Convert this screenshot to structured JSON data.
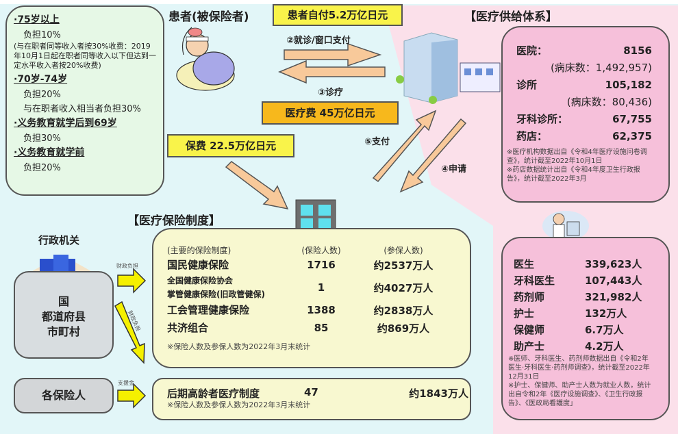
{
  "copayment_box": {
    "sections": [
      {
        "heading": "·75岁以上",
        "lines": [
          "负担10%"
        ],
        "note": "(与在职者同等收入者按30%收费：2019年10月1日起在职者同等收入以下但达到一定水平收入者按20%收费)"
      },
      {
        "heading": "·70岁-74岁",
        "lines": [
          "负担20%",
          "与在职者收入相当者负担30%"
        ]
      },
      {
        "heading": "·义务教育就学后到69岁",
        "lines": [
          "负担30%"
        ]
      },
      {
        "heading": "·义务教育就学前",
        "lines": [
          "负担20%"
        ]
      }
    ]
  },
  "patient": {
    "title": "患者(被保险者)",
    "self_pay_label": "患者自付5.2万亿日元"
  },
  "flows": {
    "step2": "②就诊/窗口支付",
    "step3": "③诊疗",
    "step4": "④申请",
    "step5": "⑤支付",
    "medical_cost": "医疗费 45万亿日元",
    "premium": "保费 22.5万亿日元",
    "fiscal_burden": "财政负担",
    "fiscal_burden2": "财政负担",
    "support": "支援金"
  },
  "supply_system": {
    "title": "【医疗供给体系】",
    "facilities": [
      {
        "label": "医院：",
        "value": "8156"
      },
      {
        "label": "",
        "value": "(病床数：1,492,957)",
        "sub": true
      },
      {
        "label": "诊所",
        "value": "105,182"
      },
      {
        "label": "",
        "value": "(病床数：80,436)",
        "sub": true
      },
      {
        "label": "牙科诊所：",
        "value": "67,755"
      },
      {
        "label": "药店：",
        "value": "62,375"
      }
    ],
    "notes": [
      "※医疗机构数据出自《令和4年医疗设施问卷调查》，统计截至2022年10月1日",
      "※药店数据统计出自《令和4年度卫生行政报告》，统计截至2022年3月"
    ]
  },
  "staff": {
    "items": [
      {
        "label": "医生",
        "value": "339,623人"
      },
      {
        "label": "牙科医生",
        "value": "107,443人"
      },
      {
        "label": "药剂师",
        "value": "321,982人"
      },
      {
        "label": "护士",
        "value": "132万人"
      },
      {
        "label": "保健师",
        "value": "6.7万人"
      },
      {
        "label": "助产士",
        "value": "4.2万人"
      }
    ],
    "notes": [
      "※医师、牙科医生、药剂师数据出自《令和2年医生·牙科医生·药剂师调查》，统计截至2022年12月31日",
      "※护士、保健师、助产士人数为就业人数，统计出自令和2年《医疗设施调查》、《卫生行政报告》、《医政局看護度」"
    ]
  },
  "insurance_system": {
    "title": "【医疗保险制度】",
    "headers": [
      "(主要的保险制度)",
      "(保险人数)",
      "(参保人数)"
    ],
    "rows": [
      {
        "name": "国民健康保险",
        "insurers": "1716",
        "enrollees": "约2537万人"
      },
      {
        "name": "全国健康保险协会\n掌管健康保险(旧政管健保)",
        "name1": "全国健康保险协会",
        "name2": "掌管健康保险(旧政管健保)",
        "insurers": "1",
        "enrollees": "约4027万人"
      },
      {
        "name": "工会管理健康保险",
        "insurers": "1388",
        "enrollees": "约2838万人"
      },
      {
        "name": "共济组合",
        "insurers": "85",
        "enrollees": "约869万人"
      }
    ],
    "note": "※保险人数及参保人数为2022年3月末统计"
  },
  "elderly_system": {
    "name": "后期高龄者医疗制度",
    "insurers": "47",
    "enrollees": "约1843万人",
    "note": "※保险人数及参保人数为2022年3月末统计"
  },
  "government": {
    "title": "行政机关",
    "lines": [
      "国",
      "都道府县",
      "市町村"
    ]
  },
  "insurers_box": {
    "label": "各保险人"
  }
}
